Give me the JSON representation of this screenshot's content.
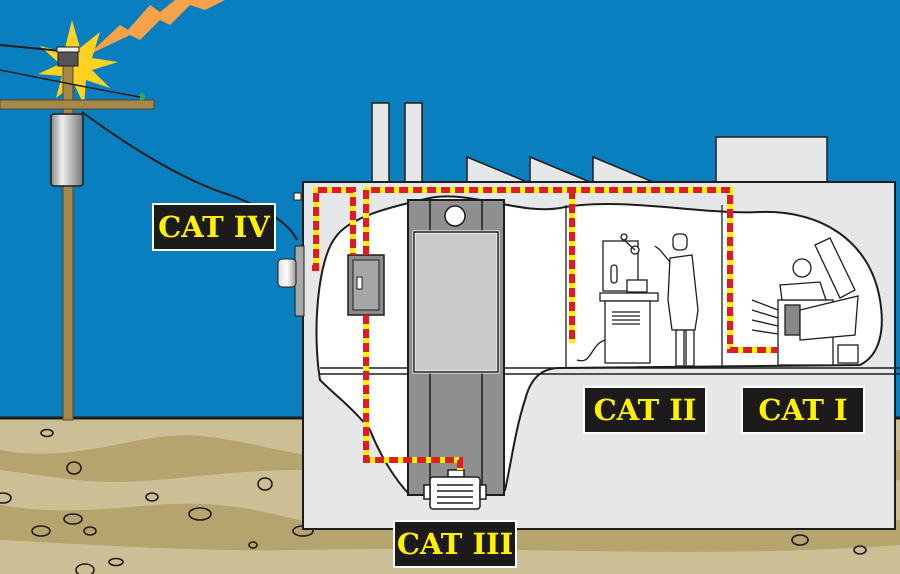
{
  "title": "Measurement category (CAT) zones in an electrical installation",
  "labels": {
    "cat4": "CAT IV",
    "cat3": "CAT III",
    "cat2": "CAT II",
    "cat1": "CAT I"
  },
  "elements": {
    "utility_pole": "utility-pole",
    "transformer": "pole-transformer",
    "lightning": "lightning-strike",
    "meter": "service-meter",
    "panel": "distribution-panel",
    "motor": "motor",
    "drill_press": "drill-press",
    "office_machine": "copier"
  },
  "colors": {
    "sky": "#0a7fc0",
    "ground_light": "#cdbf95",
    "ground_dark": "#b5a46e",
    "building": "#e6e7e8",
    "wire_red": "#e21b22",
    "wire_yellow": "#fff200",
    "label_bg": "#1c1a1a",
    "label_text": "#fff200"
  }
}
